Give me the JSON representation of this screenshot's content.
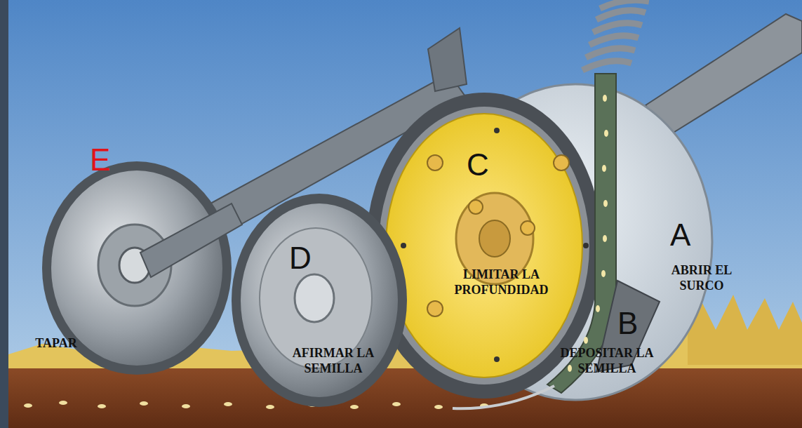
{
  "diagram": {
    "labels": [
      "E",
      "TAPAR",
      "D",
      "AFIRMAR LA SEMILLA",
      "C",
      "LIMITAR LA PROFUNDIDAD",
      "A",
      "ABRIR EL SURCO",
      "B",
      "DEPOSITAR LA SEMILLA"
    ]
  }
}
